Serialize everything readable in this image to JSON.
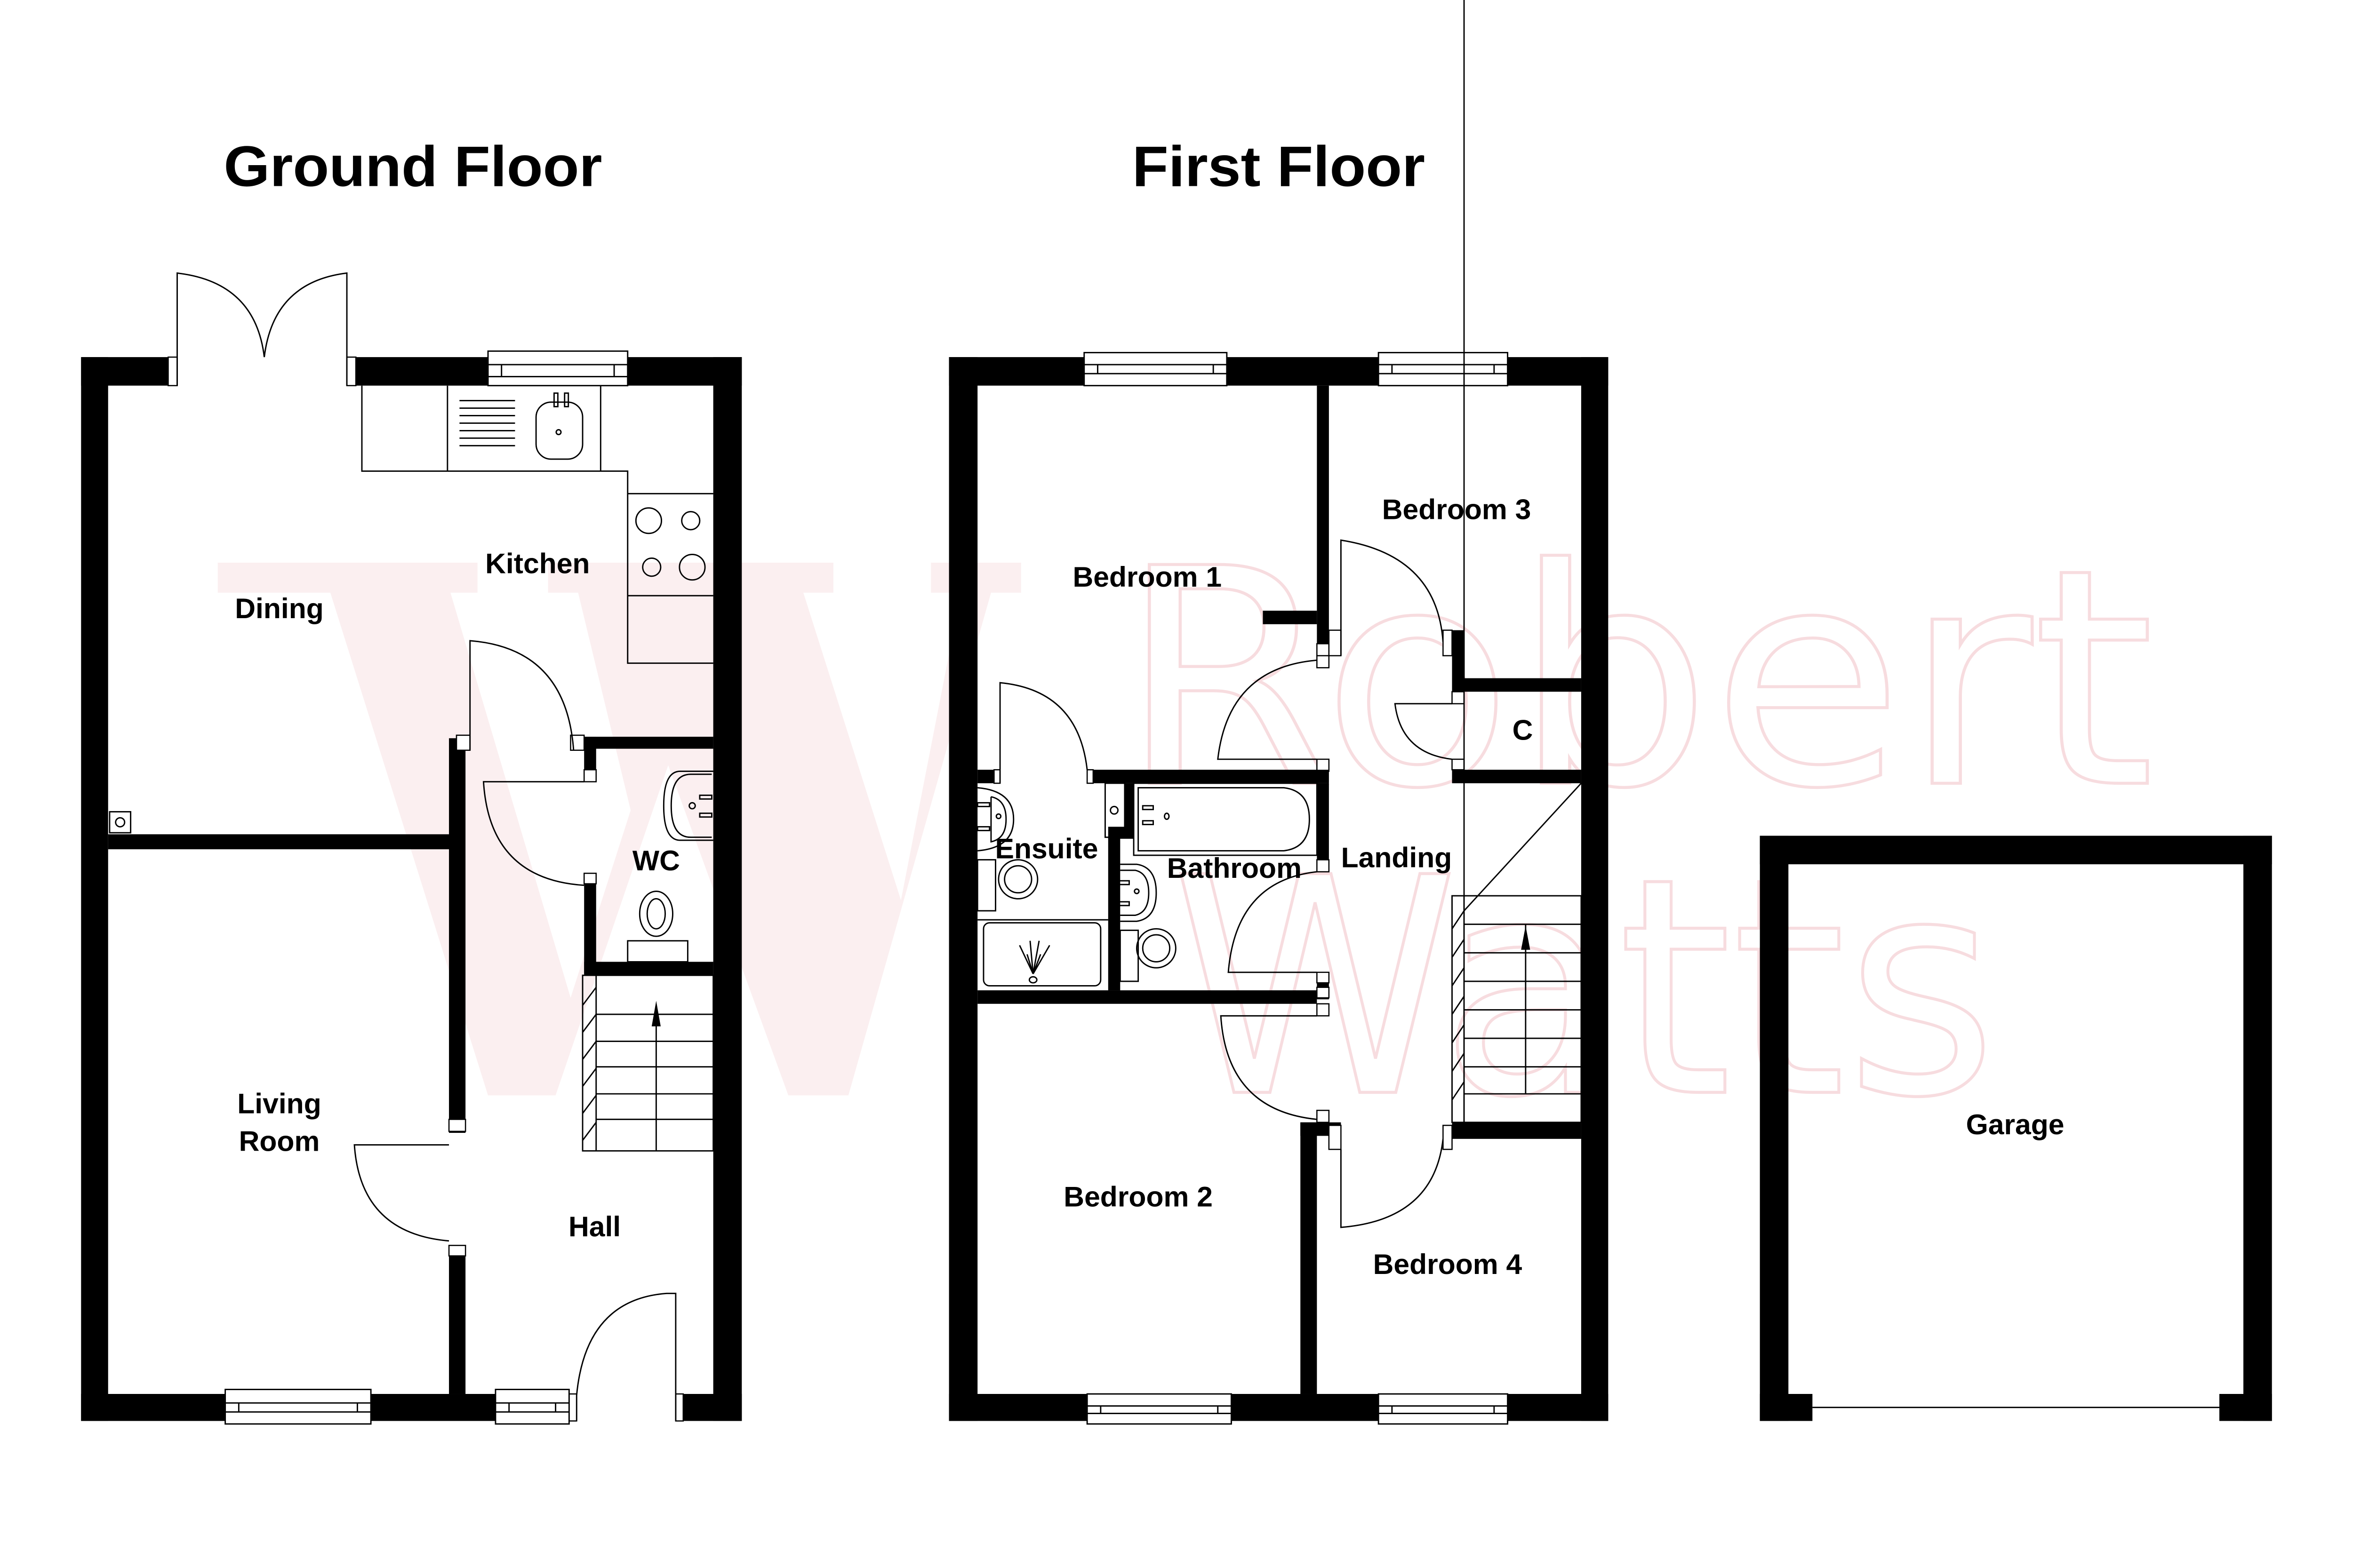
{
  "floors": {
    "ground": {
      "title": "Ground Floor",
      "rooms": {
        "dining": "Dining",
        "kitchen": "Kitchen",
        "wc": "WC",
        "living_line1": "Living",
        "living_line2": "Room",
        "hall": "Hall"
      }
    },
    "first": {
      "title": "First Floor",
      "rooms": {
        "bedroom1": "Bedroom 1",
        "bedroom2": "Bedroom 2",
        "bedroom3": "Bedroom 3",
        "bedroom4": "Bedroom 4",
        "cupboard": "C",
        "ensuite": "Ensuite",
        "bathroom": "Bathroom",
        "landing": "Landing"
      }
    },
    "garage": {
      "rooms": {
        "garage": "Garage"
      }
    }
  },
  "watermark": {
    "line1": "Robert",
    "line2": "Watts",
    "logo": "W",
    "color": "#fbeff0"
  },
  "colors": {
    "walls": "#000000",
    "background": "#ffffff"
  }
}
